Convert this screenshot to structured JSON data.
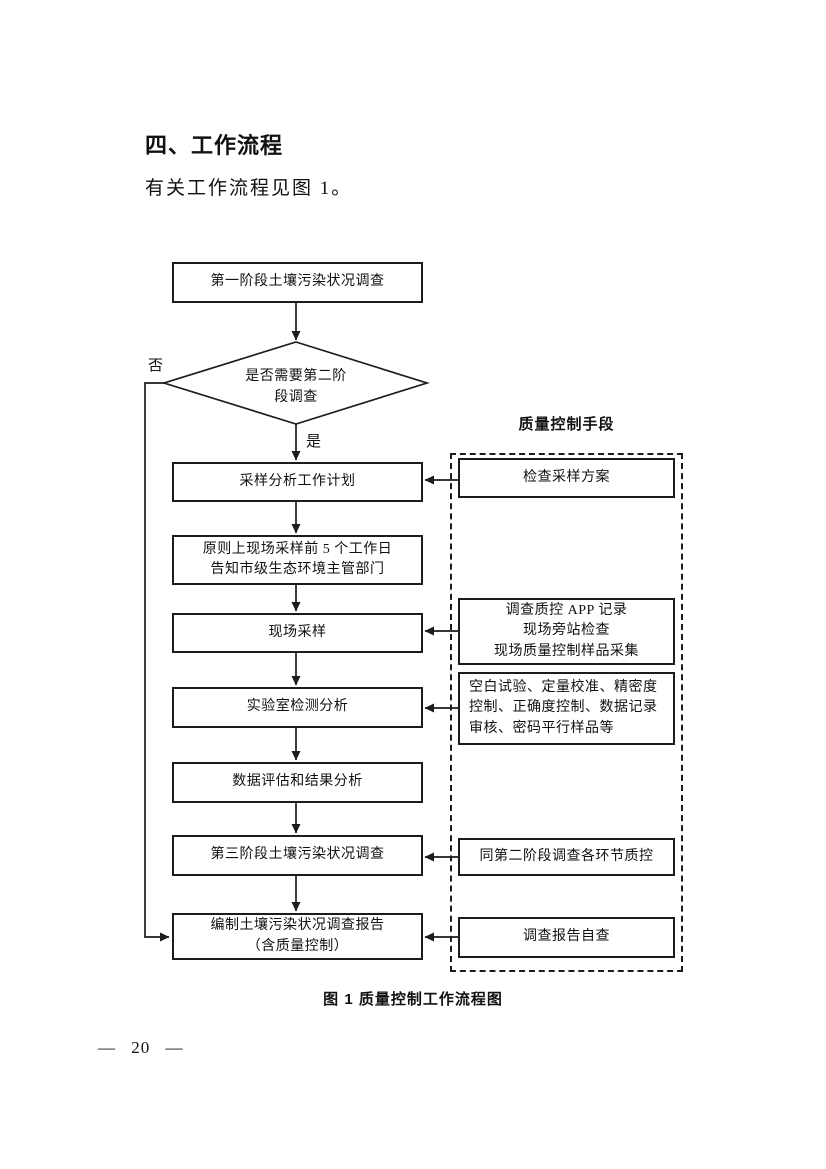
{
  "page": {
    "section_heading": "四、工作流程",
    "intro_text": "有关工作流程见图 1。",
    "figure_caption": "图 1 质量控制工作流程图",
    "page_number": "— 20 —"
  },
  "flowchart": {
    "qc_panel_title": "质量控制手段",
    "decision": {
      "lines": [
        "是否需要第二阶",
        "段调查"
      ],
      "no_label": "否",
      "yes_label": "是"
    },
    "steps": {
      "step1": "第一阶段土壤污染状况调查",
      "step2": "采样分析工作计划",
      "step3_lines": [
        "原则上现场采样前 5 个工作日",
        "告知市级生态环境主管部门"
      ],
      "step4": "现场采样",
      "step5": "实验室检测分析",
      "step6": "数据评估和结果分析",
      "step7": "第三阶段土壤污染状况调查",
      "step8_lines": [
        "编制土壤污染状况调查报告",
        "（含质量控制）"
      ]
    },
    "qc_steps": {
      "qc1": "检查采样方案",
      "qc2_lines": [
        "调查质控 APP 记录",
        "现场旁站检查",
        "现场质量控制样品采集"
      ],
      "qc3": "空白试验、定量校准、精密度控制、正确度控制、数据记录审核、密码平行样品等",
      "qc4": "同第二阶段调查各环节质控",
      "qc5": "调查报告自查"
    }
  }
}
